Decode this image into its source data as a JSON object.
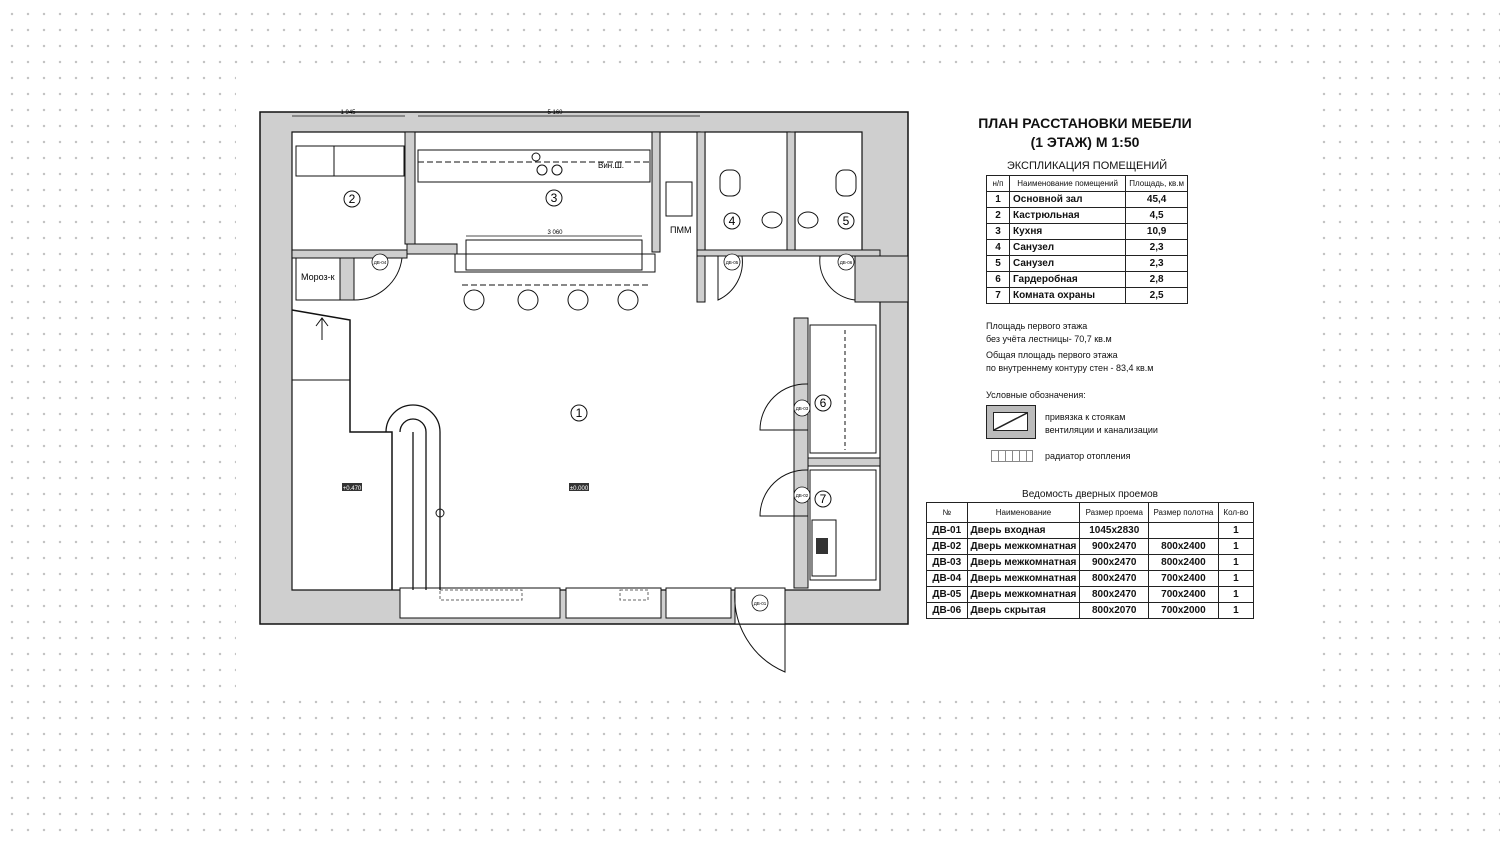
{
  "title": {
    "line1": "ПЛАН  РАССТАНОВКИ МЕБЕЛИ",
    "line2": "(1 ЭТАЖ)    М 1:50"
  },
  "explication": {
    "title": "ЭКСПЛИКАЦИЯ  ПОМЕЩЕНИЙ",
    "headers": [
      "н/п",
      "Наименование помещений",
      "Площадь, кв.м"
    ],
    "rows": [
      {
        "n": "1",
        "name": "Основной зал",
        "area": "45,4"
      },
      {
        "n": "2",
        "name": "Кастрюльная",
        "area": "4,5"
      },
      {
        "n": "3",
        "name": "Кухня",
        "area": "10,9"
      },
      {
        "n": "4",
        "name": "Санузел",
        "area": "2,3"
      },
      {
        "n": "5",
        "name": "Санузел",
        "area": "2,3"
      },
      {
        "n": "6",
        "name": "Гардеробная",
        "area": "2,8"
      },
      {
        "n": "7",
        "name": "Комната охраны",
        "area": "2,5"
      }
    ]
  },
  "notes": {
    "area1_l1": "Площадь первого этажа",
    "area1_l2": "без учёта лестницы- 70,7 кв.м",
    "area2_l1": "Общая площадь первого этажа",
    "area2_l2": "по внутреннему контуру стен - 83,4 кв.м"
  },
  "legend": {
    "title": "Условные обозначения:",
    "vent_l1": "привязка к стоякам",
    "vent_l2": "вентиляции и канализации",
    "radiator": "радиатор отопления"
  },
  "doors": {
    "title": "Ведомость дверных проемов",
    "headers": [
      "№",
      "Наименование",
      "Размер проема",
      "Размер полотна",
      "Кол-во"
    ],
    "rows": [
      {
        "id": "ДВ-01",
        "name": "Дверь входная",
        "opening": "1045x2830",
        "leaf": "",
        "qty": "1"
      },
      {
        "id": "ДВ-02",
        "name": "Дверь межкомнатная",
        "opening": "900x2470",
        "leaf": "800x2400",
        "qty": "1"
      },
      {
        "id": "ДВ-03",
        "name": "Дверь межкомнатная",
        "opening": "900x2470",
        "leaf": "800x2400",
        "qty": "1"
      },
      {
        "id": "ДВ-04",
        "name": "Дверь межкомнатная",
        "opening": "800x2470",
        "leaf": "700x2400",
        "qty": "1"
      },
      {
        "id": "ДВ-05",
        "name": "Дверь межкомнатная",
        "opening": "800x2470",
        "leaf": "700x2400",
        "qty": "1"
      },
      {
        "id": "ДВ-06",
        "name": "Дверь скрытая",
        "opening": "800x2070",
        "leaf": "700x2000",
        "qty": "1"
      }
    ]
  },
  "plan": {
    "rooms": [
      "1",
      "2",
      "3",
      "4",
      "5",
      "6",
      "7"
    ],
    "labels": {
      "freezer": "Мороз-к",
      "wine": "Вин.Ш.",
      "dishwasher": "ПММ",
      "level_stage": "+0.470",
      "level_floor": "±0.000"
    },
    "dims": {
      "d1": "1 945",
      "d2": "5 160",
      "d3": "3 060"
    },
    "door_tags": [
      "ДВ-01",
      "ДВ-02",
      "ДВ-03",
      "ДВ-04",
      "ДВ-05",
      "ДВ-06"
    ]
  }
}
